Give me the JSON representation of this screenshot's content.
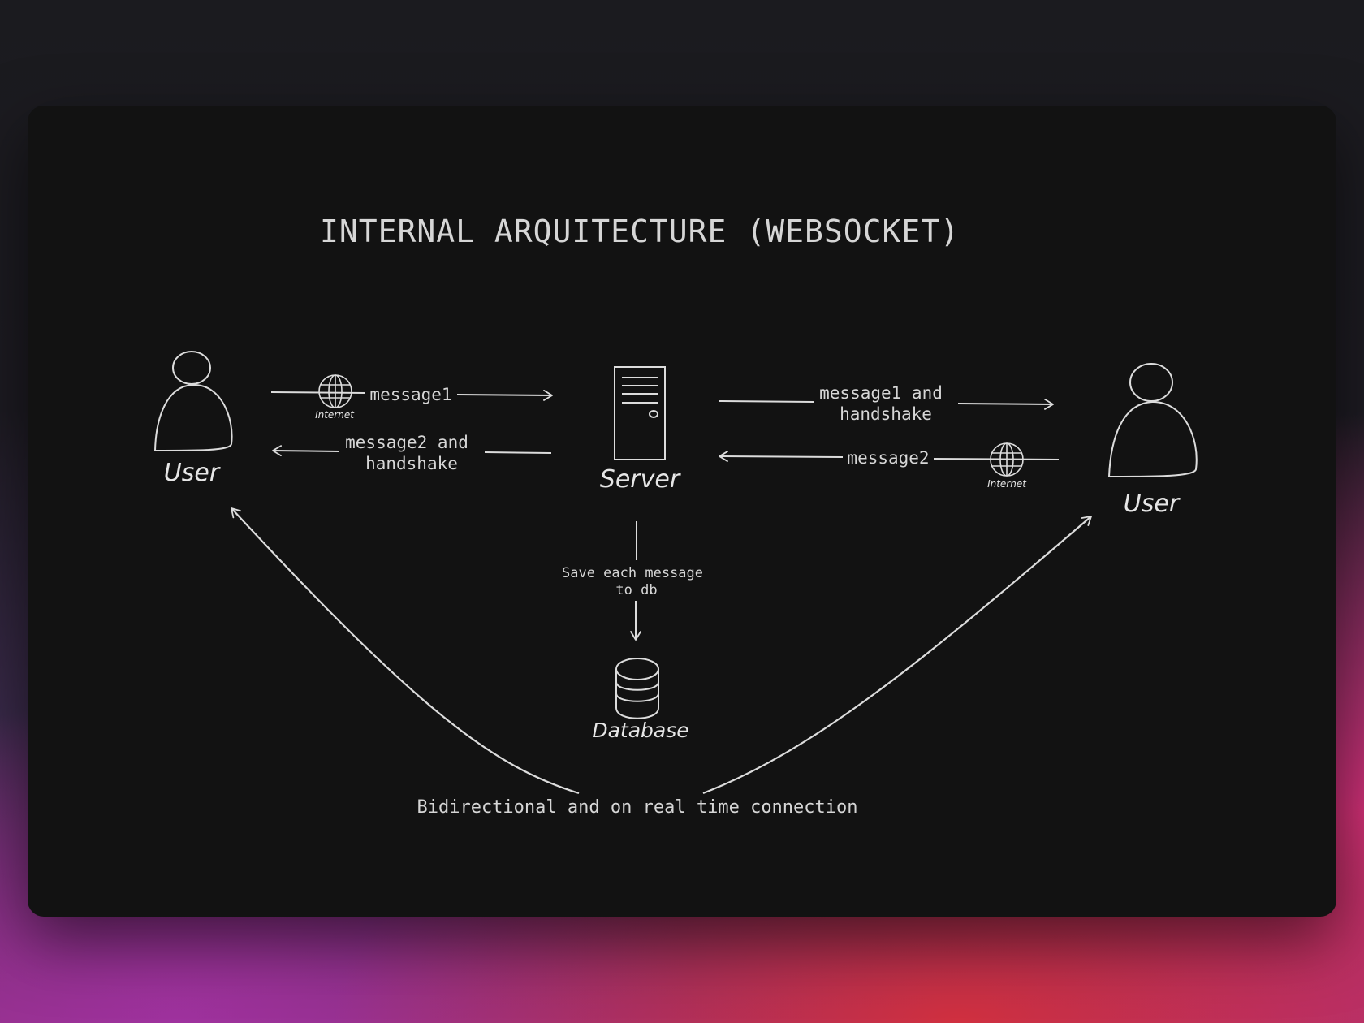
{
  "title": "INTERNAL ARQUITECTURE (WEBSOCKET)",
  "nodes": {
    "left_user": "User",
    "server": "Server",
    "right_user": "User",
    "database": "Database",
    "internet_left": "Internet",
    "internet_right": "Internet"
  },
  "edges": {
    "left_to_server": "message1",
    "server_to_left_line1": "message2 and",
    "server_to_left_line2": "handshake",
    "server_to_right_line1": "message1 and",
    "server_to_right_line2": "handshake",
    "right_to_server": "message2",
    "save_line1": "Save each message",
    "save_line2": "to db"
  },
  "footer": "Bidirectional and on real time connection",
  "colors": {
    "card": "#121212",
    "stroke": "#dcdcdc",
    "text": "#d6d6d6"
  }
}
